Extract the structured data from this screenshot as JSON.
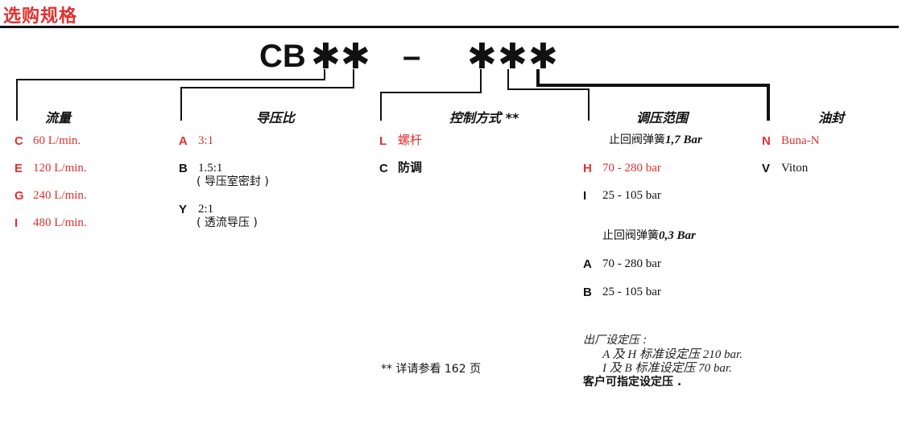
{
  "page_title": "选购规格",
  "code": {
    "prefix": "CB",
    "dash": "–",
    "wildcard": "✱"
  },
  "notes": {
    "double_star": "**"
  },
  "flow": {
    "header": "流量",
    "options": [
      {
        "code": "C",
        "value": "60 L/min."
      },
      {
        "code": "E",
        "value": "120 L/min."
      },
      {
        "code": "G",
        "value": "240 L/min."
      },
      {
        "code": "I",
        "value": "480 L/min."
      }
    ]
  },
  "pilot_ratio": {
    "header": "导压比",
    "options": [
      {
        "code": "A",
        "value": "3:1",
        "note": ""
      },
      {
        "code": "B",
        "value": "1.5:1",
        "note": "( 导压室密封 )"
      },
      {
        "code": "Y",
        "value": "2:1",
        "note": "( 透流导压 )"
      }
    ]
  },
  "control": {
    "header": "控制方式",
    "options": [
      {
        "code": "L",
        "value": "螺杆"
      },
      {
        "code": "C",
        "value": "防调"
      }
    ],
    "footnote": "** 详请参看 162 页"
  },
  "pressure_range": {
    "header": "调压范围",
    "group1_label": "止回阀弹簧",
    "group1_spring": "1,7 Bar",
    "group1": [
      {
        "code": "H",
        "value": "70 - 280 bar"
      },
      {
        "code": "I",
        "value": "25 - 105 bar"
      }
    ],
    "group2_label": "止回阀弹簧",
    "group2_spring": "0,3 Bar",
    "group2": [
      {
        "code": "A",
        "value": "70 - 280 bar"
      },
      {
        "code": "B",
        "value": "25 - 105 bar"
      }
    ],
    "factory_title": "出厂设定压 :",
    "factory_line1": "A 及 H 标准设定压 210 bar.",
    "factory_line2": "I 及 B 标准设定压 70 bar.",
    "factory_custom": "客户可指定设定压 ."
  },
  "seal": {
    "header": "油封",
    "options": [
      {
        "code": "N",
        "value": "Buna-N"
      },
      {
        "code": "V",
        "value": "Viton"
      }
    ]
  }
}
